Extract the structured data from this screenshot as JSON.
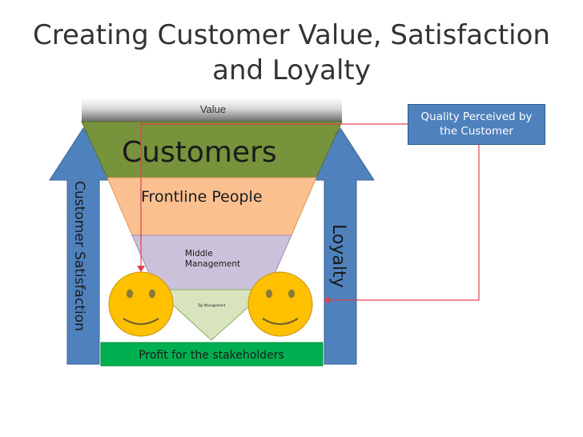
{
  "title": {
    "line1": "Creating Customer Value, Satisfaction",
    "line2": "and Loyalty"
  },
  "value_label": "Value",
  "customers_label": "Customers",
  "frontline_label": "Frontline People",
  "middle_label": {
    "line1": "Middle",
    "line2": "Management"
  },
  "top_label": "Top Management",
  "profit_label": "Profit for the stakeholders",
  "left_arrow_label": "Customer Satisfaction",
  "right_arrow_label": "Loyalty",
  "quality_box": {
    "line1": "Quality Perceived by",
    "line2": "the Customer"
  },
  "colors": {
    "arrow_fill": "#4f81bd",
    "customers": "#77933c",
    "frontline": "#fac090",
    "middle": "#ccc1da",
    "top": "#d7e4bd",
    "profit": "#00b050",
    "smiley": "#ffc000",
    "connector": "#e04050"
  }
}
